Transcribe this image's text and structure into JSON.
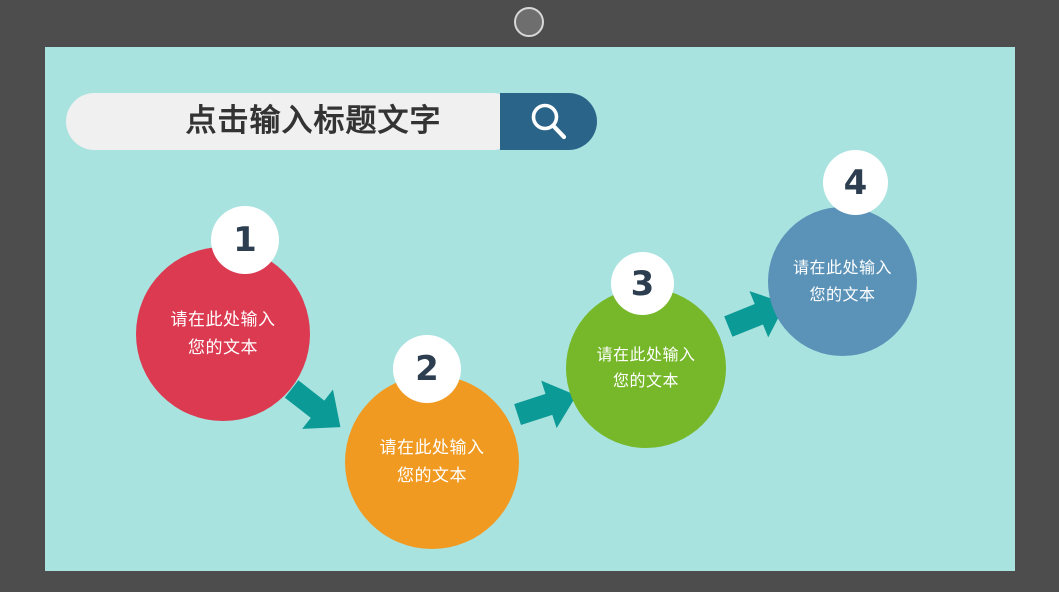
{
  "device": {
    "frame_color": "#4d4d4d",
    "webcam_icon": "webcam-icon"
  },
  "slide": {
    "background_color": "#a8e3e0",
    "title": {
      "text": "点击输入标题文字",
      "pill_color": "#f0f0f0",
      "text_color": "#333333",
      "search_button_color": "#2b6489",
      "search_icon": "search-icon"
    },
    "steps": [
      {
        "number": "1",
        "line1": "请在此处输入",
        "line2": "您的文本",
        "color": "#dc3a51",
        "badge_color": "#ffffff",
        "badge_text_color": "#2d3e50"
      },
      {
        "number": "2",
        "line1": "请在此处输入",
        "line2": "您的文本",
        "color": "#f09a22",
        "badge_color": "#ffffff",
        "badge_text_color": "#2d3e50"
      },
      {
        "number": "3",
        "line1": "请在此处输入",
        "line2": "您的文本",
        "color": "#76b82a",
        "badge_color": "#ffffff",
        "badge_text_color": "#2d3e50"
      },
      {
        "number": "4",
        "line1": "请在此处输入",
        "line2": "您的文本",
        "color": "#5b93b8",
        "badge_color": "#ffffff",
        "badge_text_color": "#2d3e50"
      }
    ],
    "arrows": {
      "color": "#0b9a96",
      "icon": "arrow-right-icon",
      "count": 3
    }
  }
}
